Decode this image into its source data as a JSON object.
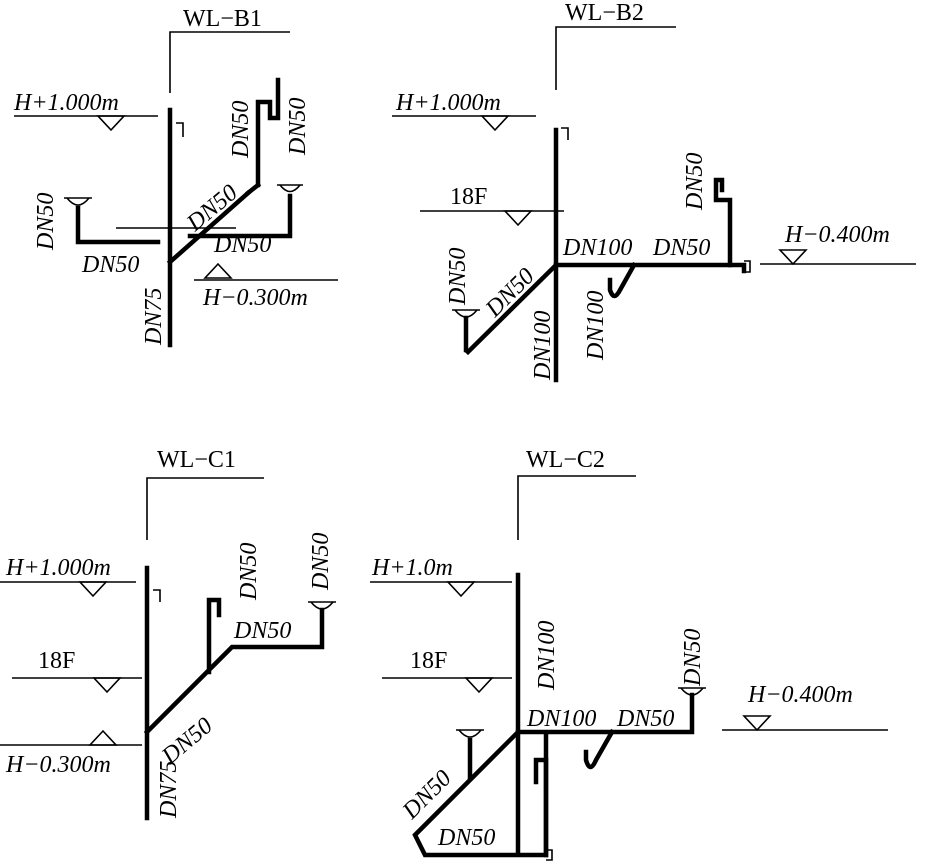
{
  "diagrams": {
    "b1": {
      "title": "WL−B1",
      "elev_top": "H+1.000m",
      "elev_bottom": "H−0.300m",
      "dn_left": "DN50",
      "dn_left2": "DN50",
      "dn_branch": "DN50",
      "dn_branch2": "DN50",
      "dn_trap_a": "DN50",
      "dn_trap_b": "DN50",
      "dn_main": "DN75"
    },
    "b2": {
      "title": "WL−B2",
      "elev_top": "H+1.000m",
      "floor": "18F",
      "elev_right": "H−0.400m",
      "dn_branch_left": "DN50",
      "dn_fixture": "DN50",
      "dn_main": "DN100",
      "dn_horiz": "DN100",
      "dn_horiz2": "DN50",
      "dn_trap": "DN100",
      "dn_right_top": "DN50"
    },
    "c1": {
      "title": "WL−C1",
      "elev_top": "H+1.000m",
      "floor": "18F",
      "elev_bottom": "H−0.300m",
      "dn_trap": "DN50",
      "dn_fixture": "DN50",
      "dn_horiz": "DN50",
      "dn_diag": "DN50",
      "dn_main": "DN75"
    },
    "c2": {
      "title": "WL−C2",
      "elev_top": "H+1.0m",
      "floor": "18F",
      "elev_right": "H−0.400m",
      "dn_main": "DN100",
      "dn_fixture": "DN50",
      "dn_horiz": "DN100",
      "dn_horiz2": "DN50",
      "dn_diag": "DN50",
      "dn_bottom": "DN50"
    }
  }
}
